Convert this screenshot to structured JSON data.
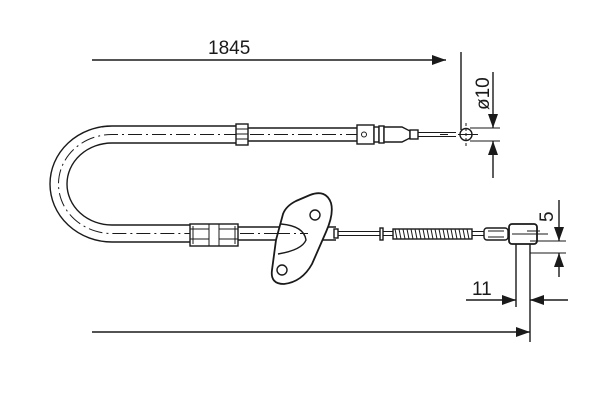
{
  "drawing": {
    "type": "technical-drawing",
    "subject": "hand brake cable",
    "stroke_color": "#1a1a1a",
    "background": "#ffffff"
  },
  "dimensions": {
    "overall_length_top": {
      "label": "1845"
    },
    "end_diameter": {
      "label": "ø10"
    },
    "end_pin_thickness": {
      "label": "5"
    },
    "end_fitting_width": {
      "label": "11"
    }
  }
}
